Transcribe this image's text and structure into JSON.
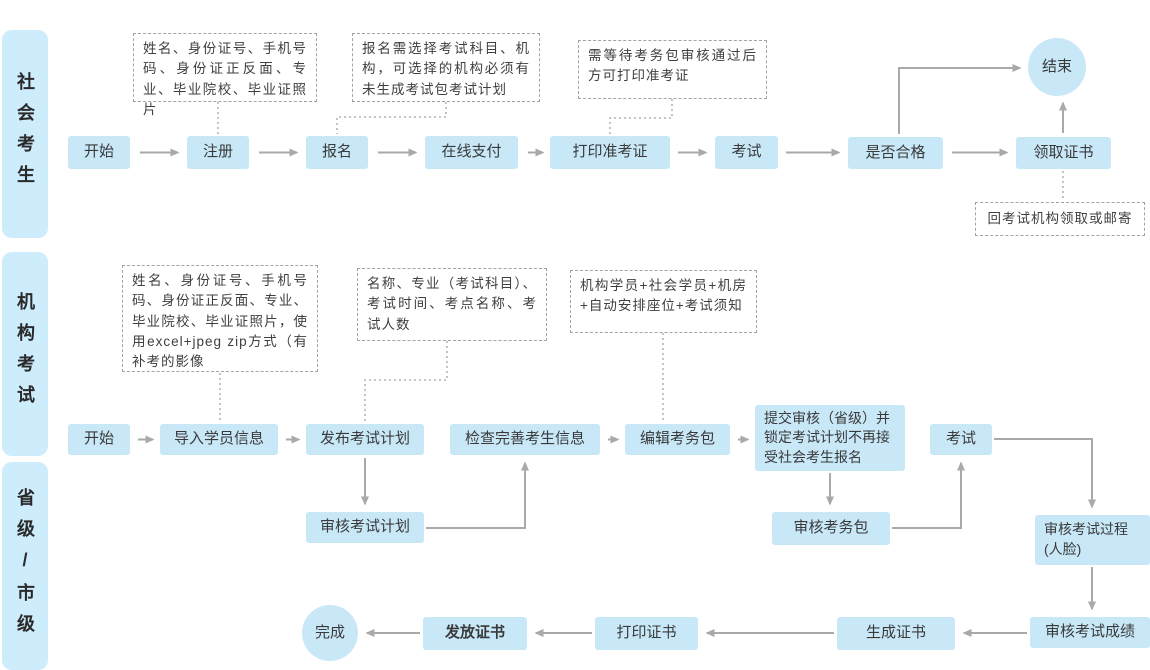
{
  "colors": {
    "node_fill": "#c8e8f8",
    "lane_fill": "#cdecfc",
    "arrow": "#a9a9a9",
    "note_border": "#a3a3a3",
    "text": "#3a3a3a"
  },
  "lanes": [
    {
      "label": "社会考生"
    },
    {
      "label": "机构考试"
    },
    {
      "label": "省级/市级"
    }
  ],
  "social_flow": {
    "start": "开始",
    "register": "注册",
    "signup": "报名",
    "pay": "在线支付",
    "print_admission": "打印准考证",
    "exam": "考试",
    "qualified": "是否合格",
    "receive_cert": "领取证书",
    "end": "结束",
    "note_register": "姓名、身份证号、手机号码、身份证正反面、专业、毕业院校、毕业证照片",
    "note_signup": "报名需选择考试科目、机构，可选择的机构必须有未生成考试包考试计划",
    "note_admission": "需等待考务包审核通过后方可打印准考证",
    "note_receive": "回考试机构领取或邮寄"
  },
  "institution_flow": {
    "start": "开始",
    "import_students": "导入学员信息",
    "publish_plan": "发布考试计划",
    "check_info": "检查完善考生信息",
    "edit_package": "编辑考务包",
    "submit_review": "提交审核（省级）并锁定考试计划不再接受社会考生报名",
    "exam": "考试",
    "note_import": "姓名、身份证号、手机号码、身份证正反面、专业、毕业院校、毕业证照片，使用excel+jpeg zip方式（有补考的影像",
    "note_publish": "名称、专业（考试科目）、考试时间、考点名称、考试人数",
    "note_package": "机构学员+社会学员+机房+自动安排座位+考试须知"
  },
  "provincial_flow": {
    "review_plan": "审核考试计划",
    "review_package": "审核考务包",
    "review_process": "审核考试过程(人脸)",
    "review_score": "审核考试成绩",
    "generate_cert": "生成证书",
    "print_cert": "打印证书",
    "issue_cert": "发放证书",
    "done": "完成"
  }
}
